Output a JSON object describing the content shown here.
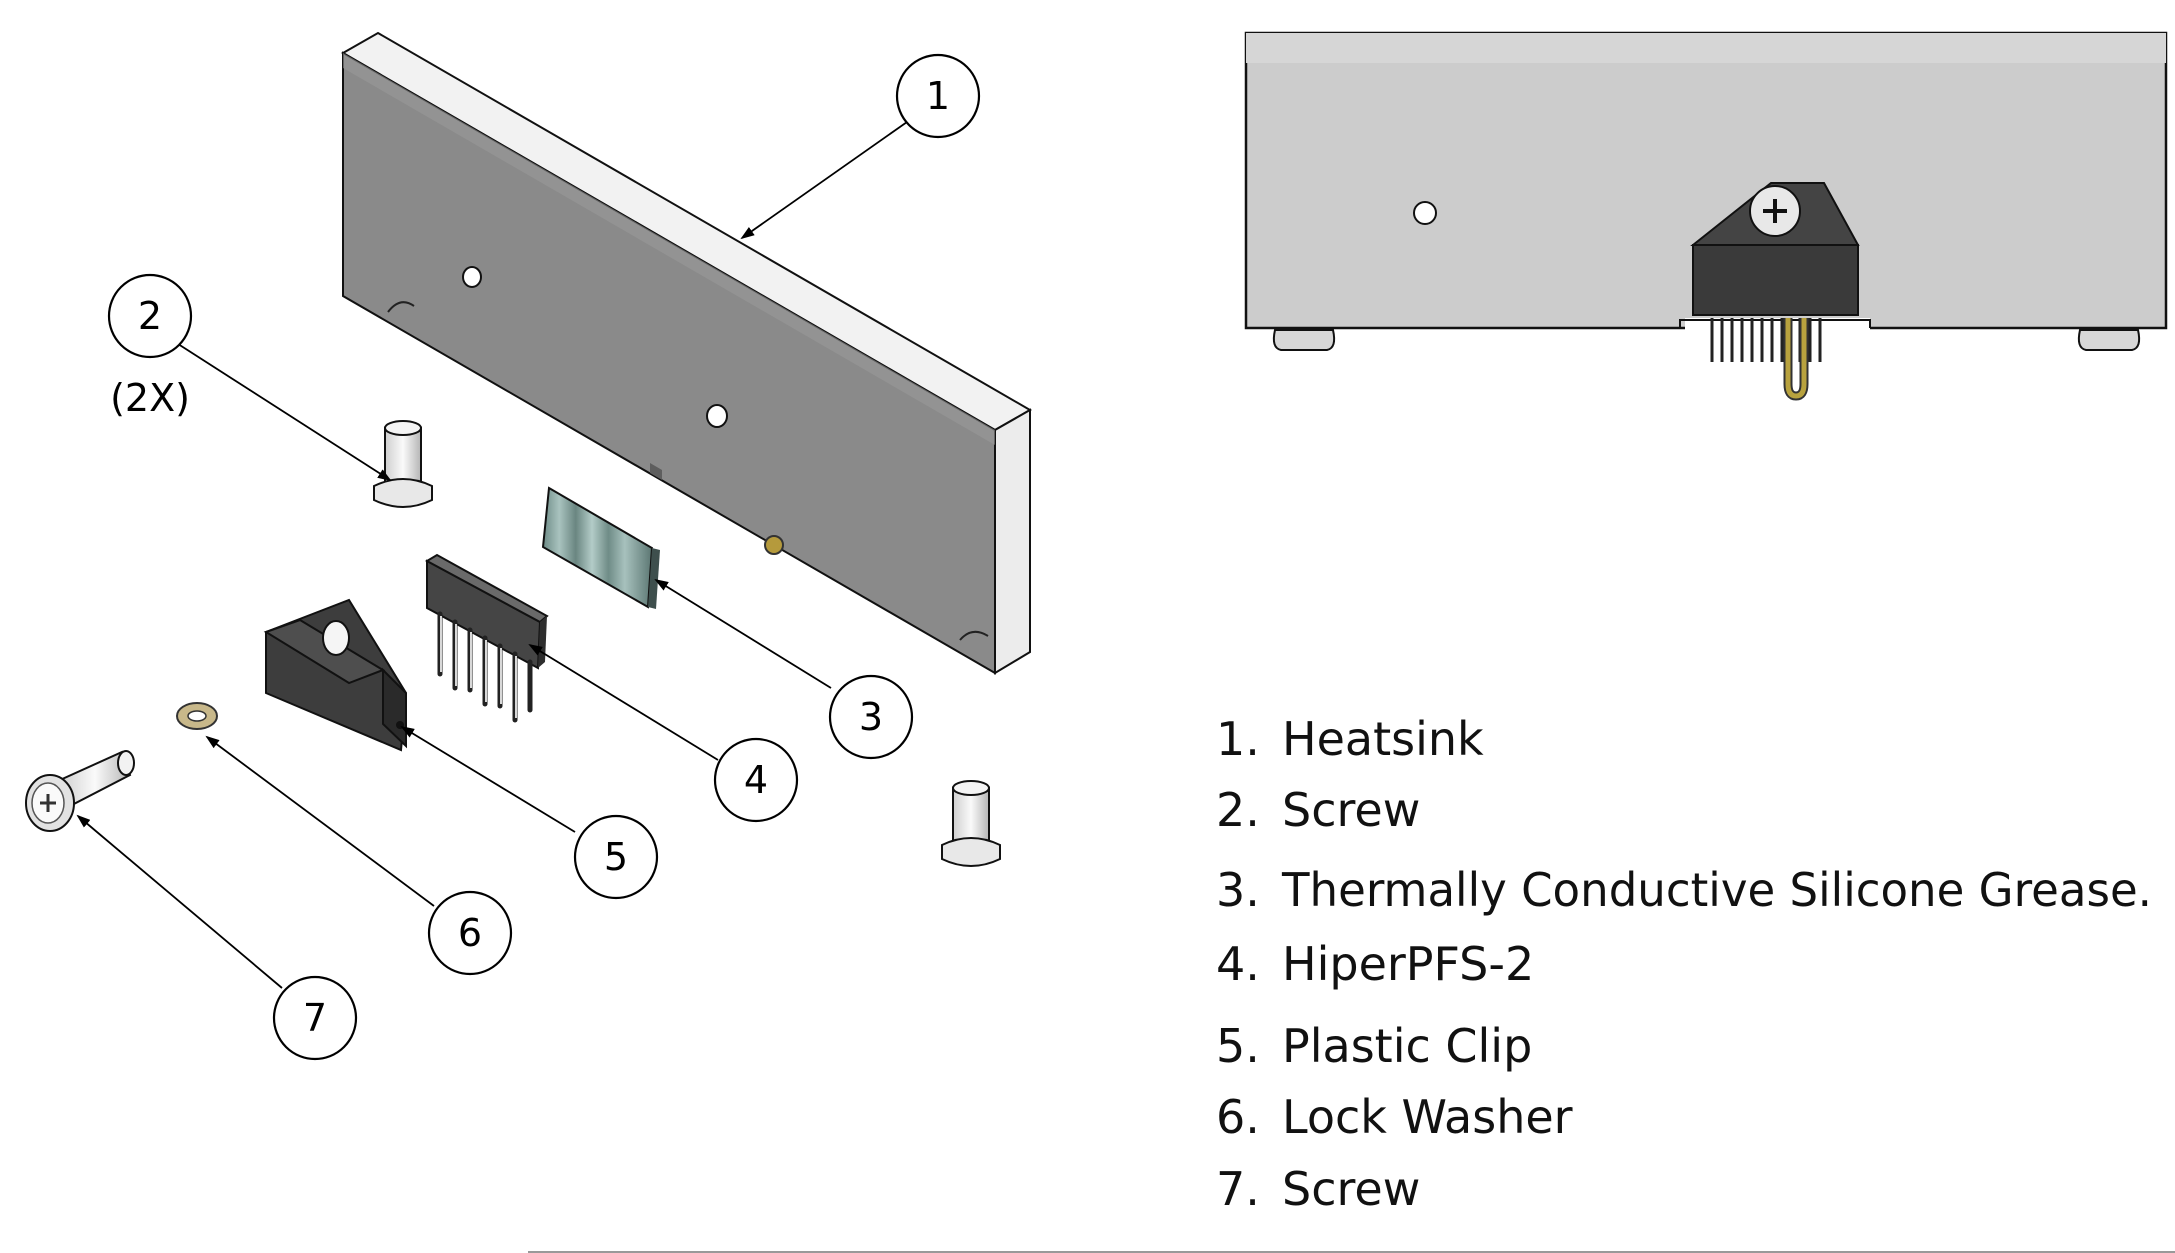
{
  "callouts": [
    {
      "id": "1",
      "text": "1"
    },
    {
      "id": "2",
      "text": "2"
    },
    {
      "id": "3",
      "text": "3"
    },
    {
      "id": "4",
      "text": "4"
    },
    {
      "id": "5",
      "text": "5"
    },
    {
      "id": "6",
      "text": "6"
    },
    {
      "id": "7",
      "text": "7"
    }
  ],
  "quantity_note": "(2X)",
  "legend": [
    {
      "num": "1.",
      "label": "Heatsink"
    },
    {
      "num": "2.",
      "label": "Screw"
    },
    {
      "num": "3.",
      "label": "Thermally Conductive Silicone Grease."
    },
    {
      "num": "4.",
      "label": "HiperPFS-2"
    },
    {
      "num": "5.",
      "label": "Plastic Clip"
    },
    {
      "num": "6.",
      "label": "Lock Washer"
    },
    {
      "num": "7.",
      "label": "Screw"
    }
  ]
}
